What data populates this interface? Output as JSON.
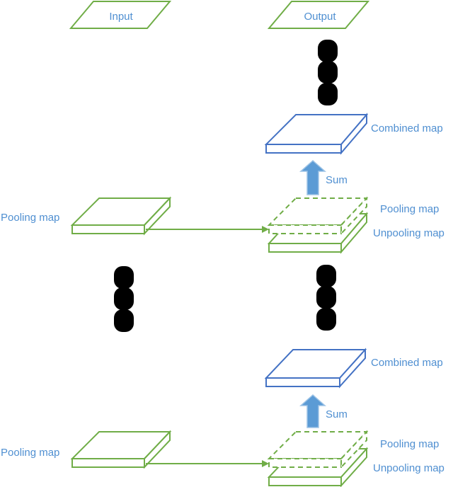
{
  "labels": {
    "input": "Input",
    "output": "Output",
    "pooling_map": "Pooling map",
    "unpooling_map": "Unpooling map",
    "combined_map": "Combined map",
    "sum": "Sum"
  },
  "colors": {
    "green": "#70ad47",
    "blue": "#4472c4",
    "light_blue": "#5b9bd5",
    "label": "#4f8fd1",
    "ellipsis": "#000000"
  }
}
